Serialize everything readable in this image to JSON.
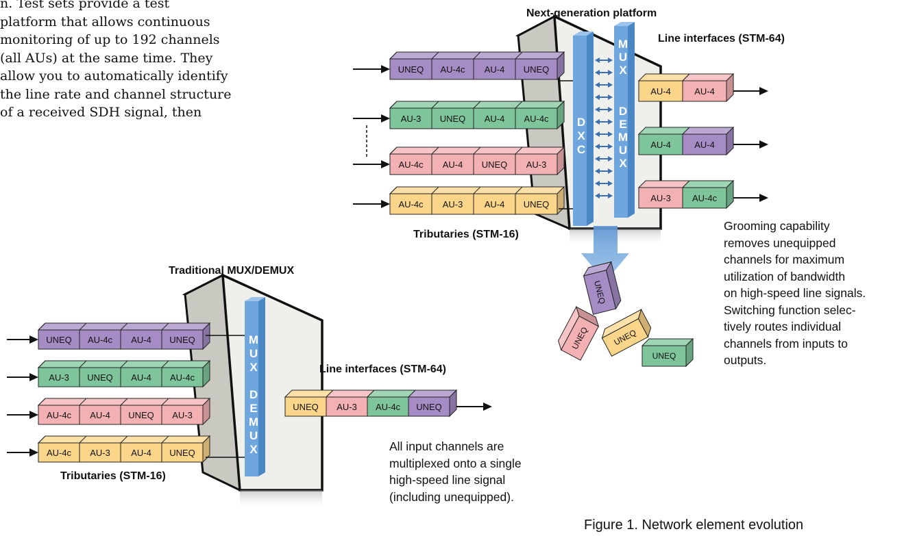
{
  "intro_text": "n. Test sets provide a test\nplatform that allows continuous\nmonitoring of up to 192 channels\n(all AUs) at the same time. They\nallow you to automatically identify\nthe line rate and channel structure\nof a received SDH signal, then",
  "colors": {
    "purple": "#a58cc4",
    "green": "#7fc59b",
    "pink": "#f4b1b4",
    "yellow": "#fbd68a",
    "blue": "#6fa6de",
    "box": "#ededea"
  },
  "next_gen": {
    "title": "Next-generation platform",
    "line_label": "Line interfaces (STM-64)",
    "trib_label": "Tributaries (STM-16)",
    "dxc_label": "DXC",
    "mux_label": "MUX",
    "demux_label": "DEMUX",
    "inputs": [
      {
        "cells": [
          "UNEQ",
          "AU-4c",
          "AU-4",
          "UNEQ"
        ],
        "color": "purple"
      },
      {
        "cells": [
          "AU-3",
          "UNEQ",
          "AU-4",
          "AU-4c"
        ],
        "color": "green"
      },
      {
        "cells": [
          "AU-4c",
          "AU-4",
          "UNEQ",
          "AU-3"
        ],
        "color": "pink"
      },
      {
        "cells": [
          "AU-4c",
          "AU-3",
          "AU-4",
          "UNEQ"
        ],
        "color": "yellow"
      }
    ],
    "outputs": [
      [
        {
          "label": "AU-4",
          "color": "yellow"
        },
        {
          "label": "AU-4",
          "color": "pink"
        }
      ],
      [
        {
          "label": "AU-4",
          "color": "green"
        },
        {
          "label": "AU-4",
          "color": "purple"
        }
      ],
      [
        {
          "label": "AU-3",
          "color": "pink"
        },
        {
          "label": "AU-4c",
          "color": "green"
        }
      ]
    ],
    "removed": [
      {
        "label": "UNEQ",
        "color": "purple"
      },
      {
        "label": "UNEQ",
        "color": "pink"
      },
      {
        "label": "UNEQ",
        "color": "yellow"
      },
      {
        "label": "UNEQ",
        "color": "green"
      }
    ],
    "note": "Grooming capability\nremoves unequipped\nchannels for maximum\nutilization of bandwidth\non high-speed line signals.\nSwitching function selec-\ntively routes individual\nchannels from inputs to\noutputs."
  },
  "traditional": {
    "title": "Traditional MUX/DEMUX",
    "line_label": "Line interfaces (STM-64)",
    "trib_label": "Tributaries (STM-16)",
    "mux_label": "MUX",
    "demux_label": "DEMUX",
    "inputs": [
      {
        "cells": [
          "UNEQ",
          "AU-4c",
          "AU-4",
          "UNEQ"
        ],
        "color": "purple"
      },
      {
        "cells": [
          "AU-3",
          "UNEQ",
          "AU-4",
          "AU-4c"
        ],
        "color": "green"
      },
      {
        "cells": [
          "AU-4c",
          "AU-4",
          "UNEQ",
          "AU-3"
        ],
        "color": "pink"
      },
      {
        "cells": [
          "AU-4c",
          "AU-3",
          "AU-4",
          "UNEQ"
        ],
        "color": "yellow"
      }
    ],
    "output": [
      {
        "label": "UNEQ",
        "color": "yellow"
      },
      {
        "label": "AU-3",
        "color": "pink"
      },
      {
        "label": "AU-4c",
        "color": "green"
      },
      {
        "label": "UNEQ",
        "color": "purple"
      }
    ],
    "note": "All input channels are\nmultiplexed onto a single\nhigh-speed line signal\n(including unequipped)."
  },
  "caption": "Figure 1. Network element evolution"
}
